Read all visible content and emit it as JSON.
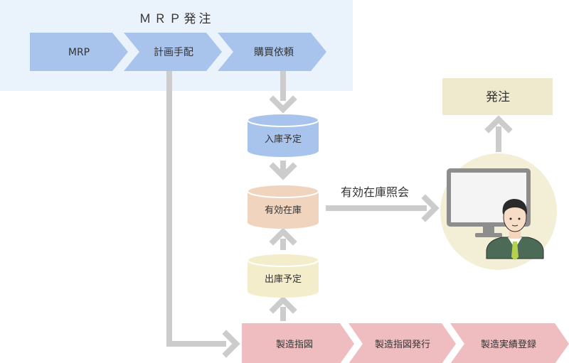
{
  "mrp_group": {
    "title": "ＭＲＰ発注",
    "steps": [
      "MRP",
      "計画手配",
      "購買依頼"
    ]
  },
  "cylinders": {
    "receipt": "入庫予定",
    "stock": "有効在庫",
    "issue": "出庫予定"
  },
  "inquiry_label": "有効在庫照会",
  "order_box": "発注",
  "manufacturing": {
    "steps": [
      "製造指図",
      "製造指図発行",
      "製造実績登録"
    ]
  },
  "colors": {
    "panel": "#eaf2fc",
    "blue_chevron": "#a9c4ec",
    "orange_cylinder": "#f1d4bd",
    "yellow_cylinder": "#f3edcb",
    "order_box": "#efe9cd",
    "pink_chevron": "#efbcbf",
    "arrow": "#cccccc",
    "person_circle": "#f3eed6"
  },
  "icons": [
    "person-at-computer-icon"
  ]
}
